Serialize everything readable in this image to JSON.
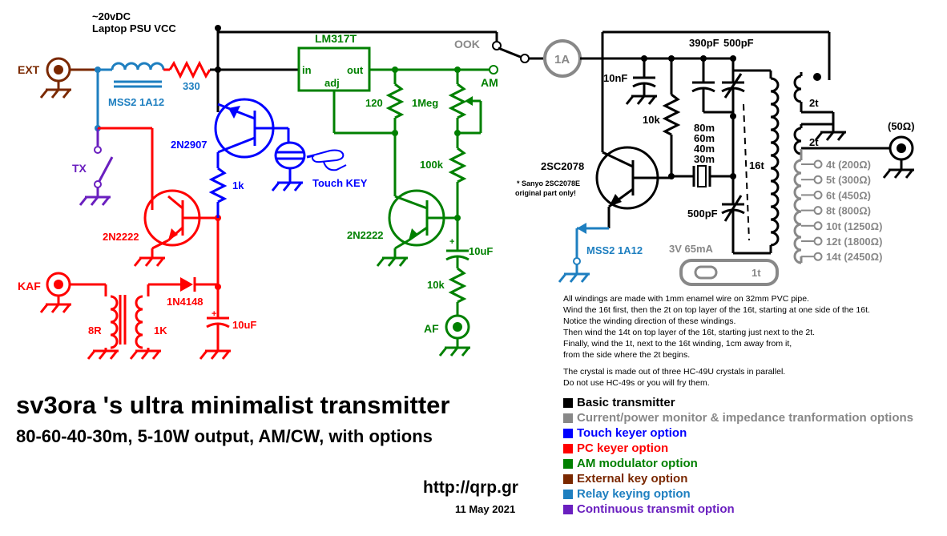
{
  "colors": {
    "black": "#000000",
    "grey": "#888888",
    "blue": "#0000ff",
    "red": "#ff0000",
    "green": "#008000",
    "brown": "#7a2800",
    "lightblue": "#1e7fc0",
    "purple": "#6a1fbf"
  },
  "labels": {
    "supply1": "~20vDC",
    "supply2": "Laptop PSU  VCC",
    "ext": "EXT",
    "mss2_relay": "MSS2 1A12",
    "r330": "330",
    "lm317": "LM317T",
    "lm_in": "in",
    "lm_out": "out",
    "lm_adj": "adj",
    "ook": "OOK",
    "am": "AM",
    "meter": "1A",
    "r120": "120",
    "pot_1meg": "1Meg",
    "q_2n2907": "2N2907",
    "touch_key": "Touch KEY",
    "r1k_blue": "1k",
    "tx": "TX",
    "q_2n2222_red": "2N2222",
    "q_2n2222_green": "2N2222",
    "r100k": "100k",
    "c10uf_green": "10uF",
    "r10k_green": "10k",
    "af": "AF",
    "kaf": "KAF",
    "d1n4148": "1N4148",
    "t8r": "8R",
    "t1k": "1K",
    "c10uf_red": "10uF",
    "c10nf": "10nF",
    "r10k_black": "10k",
    "c390pf": "390pF",
    "c500pf_top": "500pF",
    "c500pf_bot": "500pF",
    "bands": [
      "80m",
      "60m",
      "40m",
      "30m"
    ],
    "t16": "16t",
    "q_2sc2078": "2SC2078",
    "sanyo_note1": "* Sanyo 2SC2078E",
    "sanyo_note2": "original part only!",
    "mss2_relay2": "MSS2 1A12",
    "lamp": "3V 65mA",
    "t1": "1t",
    "t2a": "2t",
    "t2b": "2t",
    "ohm50": "(50Ω)",
    "taps": [
      "4t (200Ω)",
      "5t (300Ω)",
      "6t (450Ω)",
      "8t (800Ω)",
      "10t (1250Ω)",
      "12t (1800Ω)",
      "14t (2450Ω)"
    ]
  },
  "notes": [
    "All windings are made with 1mm enamel wire on 32mm PVC pipe.",
    "Wind the 16t first, then the 2t on top layer of the 16t, starting at one side of the 16t.",
    "Notice the winding direction of these windings.",
    "Then wind the 14t on top layer of the 16t, starting just next to the 2t.",
    "Finally, wind the 1t, next to the 16t winding, 1cm away from it,",
    "from the side where the 2t begins.",
    "",
    "The crystal is made out of three HC-49U crystals in parallel.",
    "Do not use HC-49s or you will fry them."
  ],
  "title": "sv3ora 's ultra minimalist transmitter",
  "subtitle": "80-60-40-30m, 5-10W output, AM/CW, with options",
  "url": "http://qrp.gr",
  "date": "11 May 2021",
  "legend": [
    {
      "label": "Basic transmitter",
      "color": "#000000"
    },
    {
      "label": "Current/power monitor & impedance tranformation options",
      "color": "#888888"
    },
    {
      "label": "Touch keyer option",
      "color": "#0000ff"
    },
    {
      "label": "PC keyer option",
      "color": "#ff0000"
    },
    {
      "label": "AM modulator option",
      "color": "#008000"
    },
    {
      "label": "External key option",
      "color": "#7a2800"
    },
    {
      "label": "Relay keying option",
      "color": "#1e7fc0"
    },
    {
      "label": "Continuous transmit option",
      "color": "#6a1fbf"
    }
  ]
}
